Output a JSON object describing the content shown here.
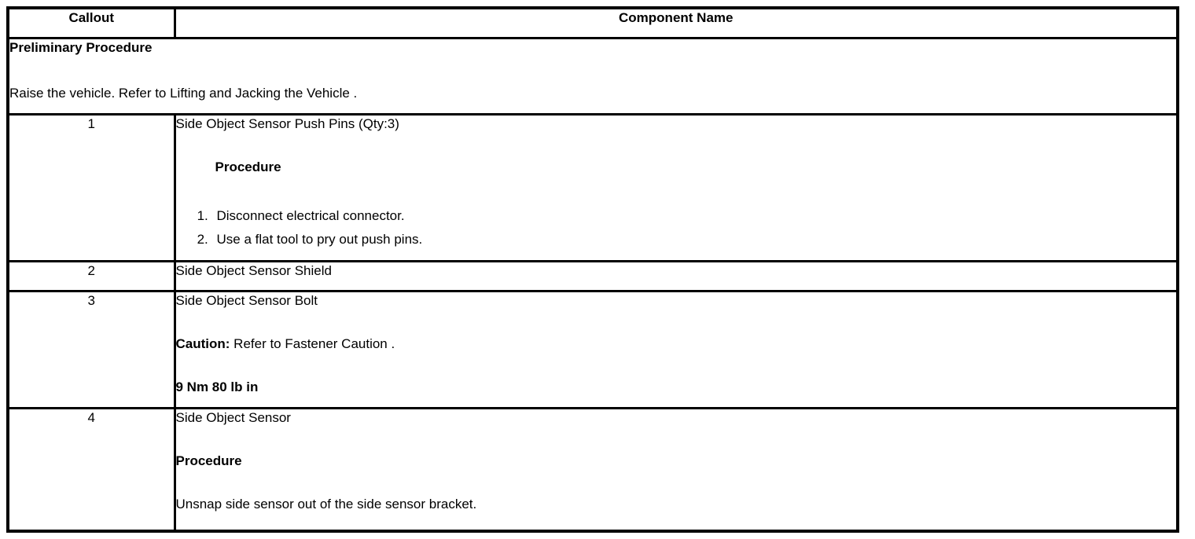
{
  "table": {
    "header": {
      "callout": "Callout",
      "component": "Component Name"
    },
    "preliminary": {
      "title": "Preliminary Procedure",
      "text": "Raise the vehicle. Refer to Lifting and Jacking the Vehicle ."
    },
    "rows": [
      {
        "callout": "1",
        "name": "Side Object Sensor Push Pins (Qty:3)",
        "procedure_label": "Procedure",
        "steps": [
          "Disconnect electrical connector.",
          "Use a flat tool to pry out push pins."
        ]
      },
      {
        "callout": "2",
        "name": "Side Object Sensor Shield"
      },
      {
        "callout": "3",
        "name": "Side Object Sensor Bolt",
        "caution_label": "Caution:",
        "caution_text": " Refer to Fastener Caution .",
        "torque": "9 Nm 80 lb in"
      },
      {
        "callout": "4",
        "name": "Side Object Sensor",
        "procedure_label": "Procedure",
        "procedure_text": "Unsnap side sensor out of the side sensor bracket."
      }
    ],
    "colors": {
      "border": "#000000",
      "text": "#000000",
      "background": "#ffffff"
    }
  }
}
